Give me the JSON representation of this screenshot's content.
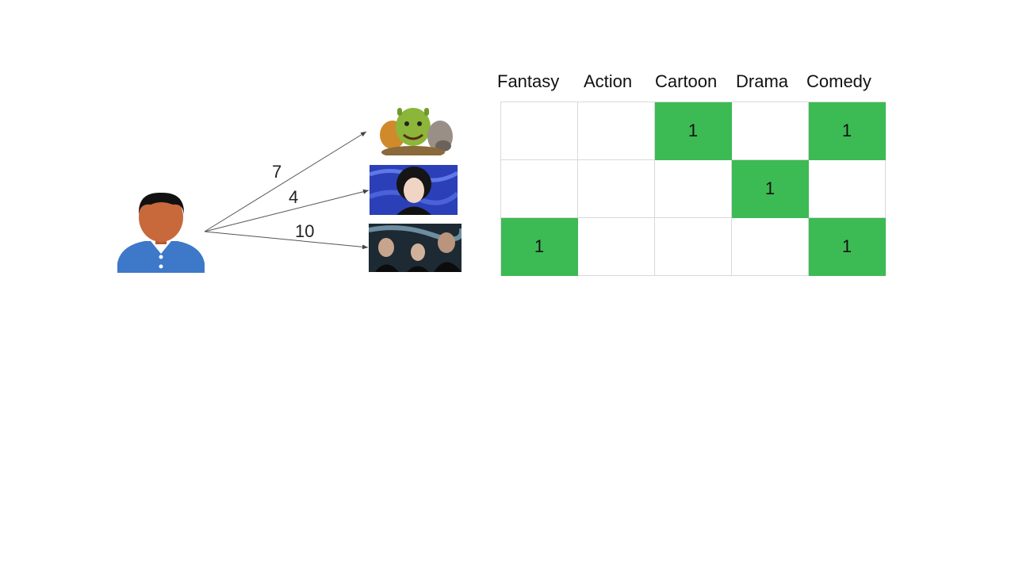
{
  "colors": {
    "highlight": "#3cba54",
    "grid_line": "#d9d9d9",
    "user_shirt": "#3d78c9",
    "user_skin": "#c8693b",
    "user_hair": "#111111"
  },
  "user": {
    "icon": "person-icon"
  },
  "movies": [
    {
      "icon": "cartoon-ogre-poster",
      "rating": "7"
    },
    {
      "icon": "drama-portrait-poster",
      "rating": "4"
    },
    {
      "icon": "fantasy-wizards-poster",
      "rating": "10"
    }
  ],
  "genres": [
    "Fantasy",
    "Action",
    "Cartoon",
    "Drama",
    "Comedy"
  ],
  "matrix": [
    [
      "",
      "",
      "1",
      "",
      "1"
    ],
    [
      "",
      "",
      "",
      "1",
      ""
    ],
    [
      "1",
      "",
      "",
      "",
      "1"
    ]
  ]
}
